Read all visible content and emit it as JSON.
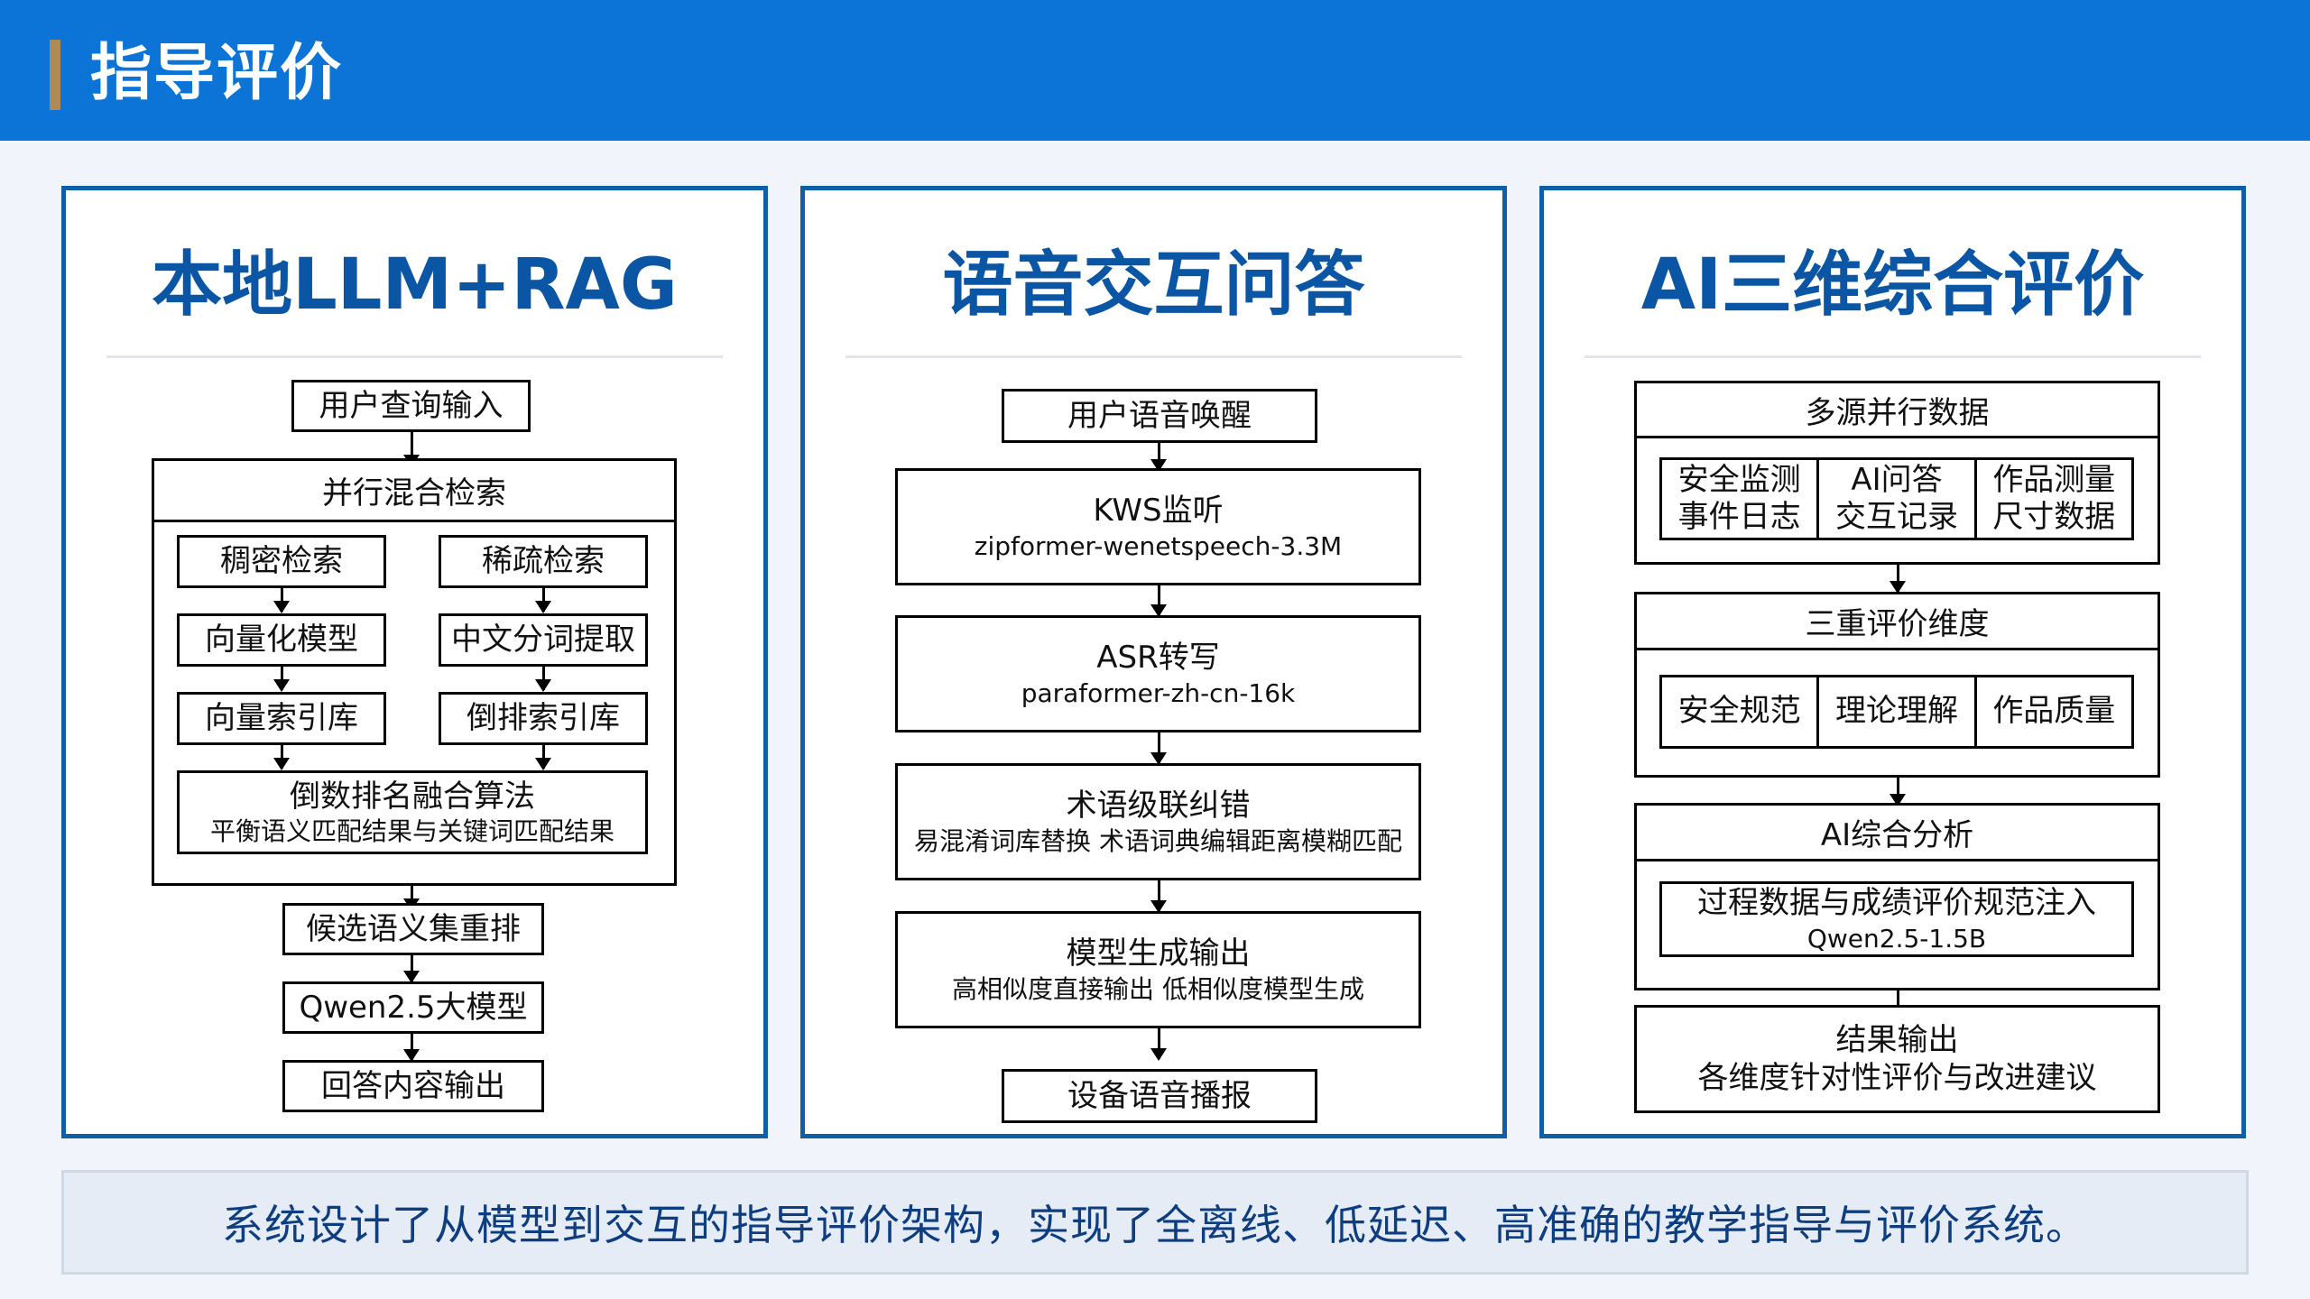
{
  "header": {
    "title": "指导评价"
  },
  "panel1": {
    "title": "本地LLM+RAG",
    "user_query": "用户查询输入",
    "hybrid": {
      "title": "并行混合检索",
      "dense": [
        "稠密检索",
        "向量化模型",
        "向量索引库"
      ],
      "sparse": [
        "稀疏检索",
        "中文分词提取",
        "倒排索引库"
      ],
      "fusion_title": "倒数排名融合算法",
      "fusion_sub": "平衡语义匹配结果与关键词匹配结果"
    },
    "rerank": "候选语义集重排",
    "llm": "Qwen2.5大模型",
    "answer": "回答内容输出"
  },
  "panel2": {
    "title": "语音交互问答",
    "wake": "用户语音唤醒",
    "kws": {
      "title": "KWS监听",
      "sub": "zipformer-wenetspeech-3.3M"
    },
    "asr": {
      "title": "ASR转写",
      "sub": "paraformer-zh-cn-16k"
    },
    "term": {
      "title": "术语级联纠错",
      "sub": "易混淆词库替换 术语词典编辑距离模糊匹配"
    },
    "gen": {
      "title": "模型生成输出",
      "sub": "高相似度直接输出 低相似度模型生成"
    },
    "broadcast": "设备语音播报"
  },
  "panel3": {
    "title": "AI三维综合评价",
    "sources": {
      "title": "多源并行数据",
      "cells": [
        [
          "安全监测",
          "事件日志"
        ],
        [
          "AI问答",
          "交互记录"
        ],
        [
          "作品测量",
          "尺寸数据"
        ]
      ]
    },
    "dims": {
      "title": "三重评价维度",
      "cells": [
        "安全规范",
        "理论理解",
        "作品质量"
      ]
    },
    "analysis": {
      "title": "AI综合分析",
      "inner": "过程数据与成绩评价规范注入",
      "model": "Qwen2.5-1.5B"
    },
    "result": {
      "title": "结果输出",
      "sub": "各维度针对性评价与改进建议"
    }
  },
  "footer": {
    "text": "系统设计了从模型到交互的指导评价架构，实现了全离线、低延迟、高准确的教学指导与评价系统。"
  }
}
